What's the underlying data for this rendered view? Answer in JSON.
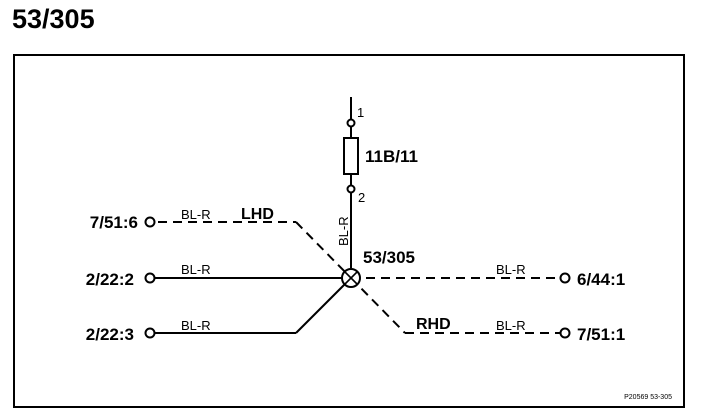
{
  "page": {
    "title": "53/305"
  },
  "diagram": {
    "fuse": {
      "label": "11B/11",
      "pin_top": "1",
      "pin_bottom": "2"
    },
    "splice": {
      "label": "53/305"
    },
    "wires": {
      "vertical": "BL-R",
      "lhd": "BL-R",
      "left_mid": "BL-R",
      "left_low": "BL-R",
      "right_upper": "BL-R",
      "right_lower": "BL-R"
    },
    "connectors": {
      "c_7_51_6": "7/51:6",
      "c_2_22_2": "2/22:2",
      "c_2_22_3": "2/22:3",
      "c_6_44_1": "6/44:1",
      "c_7_51_1": "7/51:1"
    },
    "variants": {
      "lhd": "LHD",
      "rhd": "RHD"
    },
    "reference": "P20569 53-305"
  }
}
